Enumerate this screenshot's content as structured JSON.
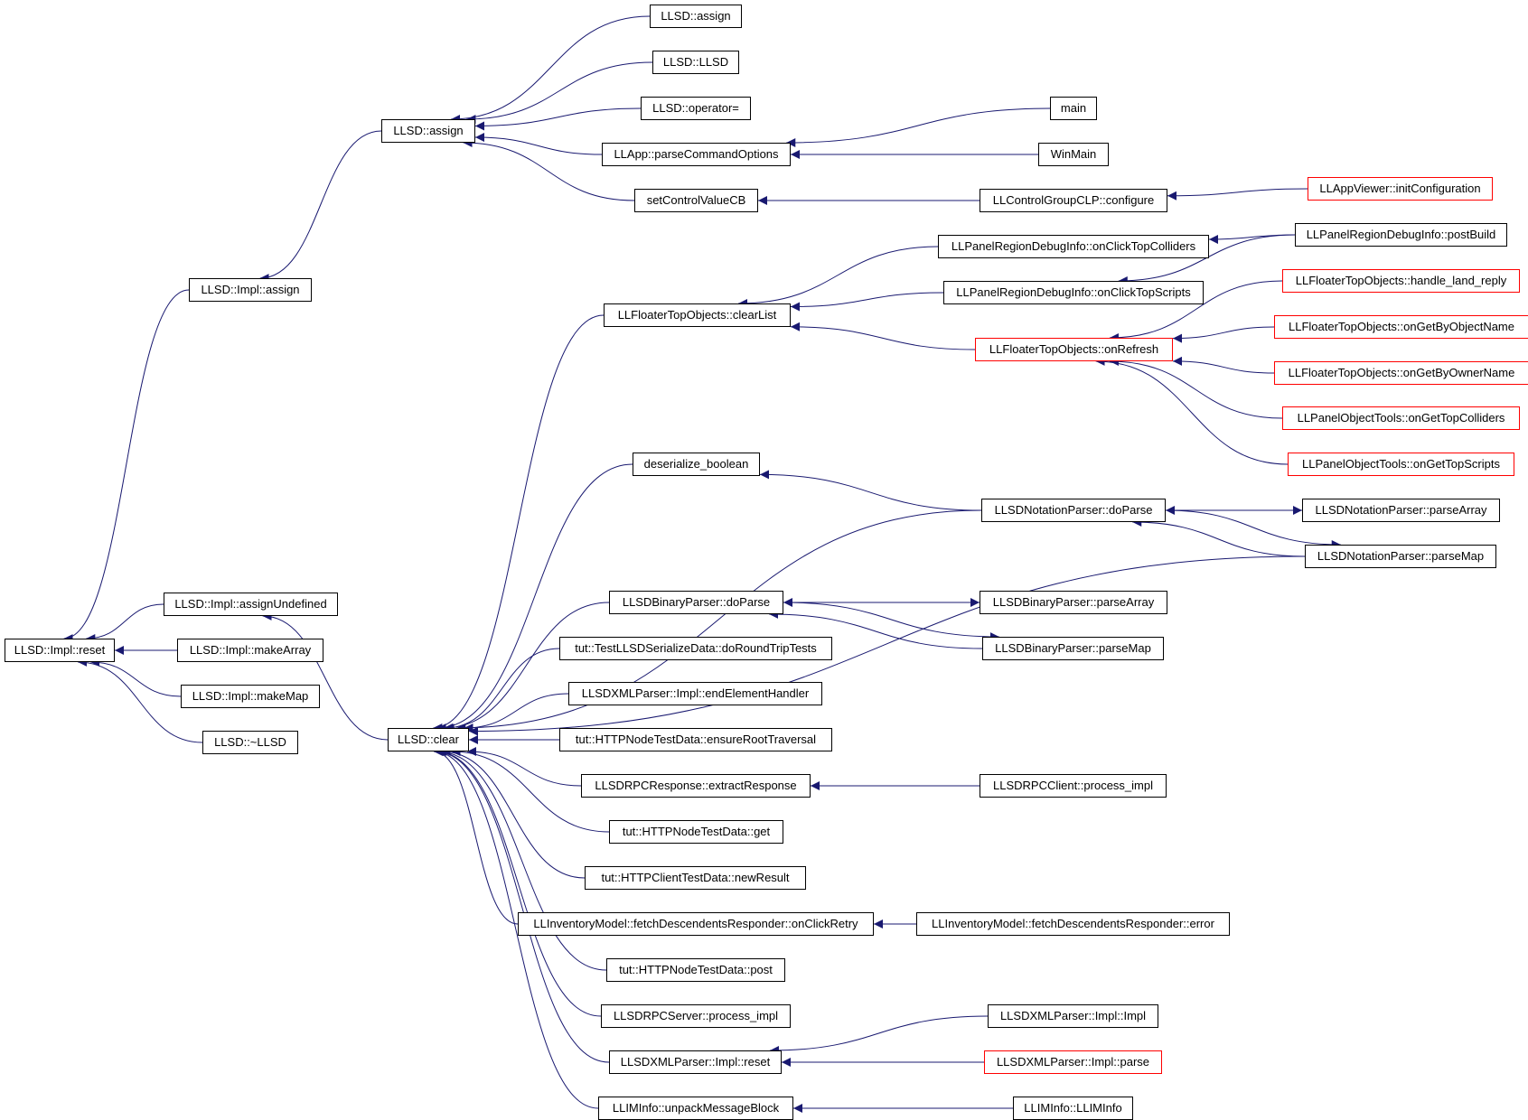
{
  "graph": {
    "root": "n_reset",
    "colors": {
      "edge": "#191970",
      "node_border": "#000000",
      "external_border": "#ff0000",
      "root_fill": "#bfbfbf",
      "background": "#ffffff"
    },
    "nodes": [
      {
        "id": "n_reset",
        "label": "LLSD::Impl::reset",
        "style": "root"
      },
      {
        "id": "n_impl_assign",
        "label": "LLSD::Impl::assign",
        "style": "normal"
      },
      {
        "id": "n_assign_undef",
        "label": "LLSD::Impl::assignUndefined",
        "style": "normal"
      },
      {
        "id": "n_make_array",
        "label": "LLSD::Impl::makeArray",
        "style": "normal"
      },
      {
        "id": "n_make_map",
        "label": "LLSD::Impl::makeMap",
        "style": "normal"
      },
      {
        "id": "n_dtor",
        "label": "LLSD::~LLSD",
        "style": "normal"
      },
      {
        "id": "n_llsd_assign",
        "label": "LLSD::assign",
        "style": "normal"
      },
      {
        "id": "n_llsd_clear",
        "label": "LLSD::clear",
        "style": "normal"
      },
      {
        "id": "n_assign_top",
        "label": "LLSD::assign",
        "style": "normal"
      },
      {
        "id": "n_llsd_ctor",
        "label": "LLSD::LLSD",
        "style": "normal"
      },
      {
        "id": "n_op_eq",
        "label": "LLSD::operator=",
        "style": "normal"
      },
      {
        "id": "n_parse_cmd",
        "label": "LLApp::parseCommandOptions",
        "style": "normal"
      },
      {
        "id": "n_set_ctrl",
        "label": "setControlValueCB",
        "style": "normal"
      },
      {
        "id": "n_main",
        "label": "main",
        "style": "normal"
      },
      {
        "id": "n_winmain",
        "label": "WinMain",
        "style": "normal"
      },
      {
        "id": "n_configure",
        "label": "LLControlGroupCLP::configure",
        "style": "normal"
      },
      {
        "id": "n_initconfig",
        "label": "LLAppViewer::initConfiguration",
        "style": "external"
      },
      {
        "id": "n_clearlist",
        "label": "LLFloaterTopObjects::clearList",
        "style": "normal"
      },
      {
        "id": "n_click_colliders",
        "label": "LLPanelRegionDebugInfo::onClickTopColliders",
        "style": "normal"
      },
      {
        "id": "n_click_scripts",
        "label": "LLPanelRegionDebugInfo::onClickTopScripts",
        "style": "normal"
      },
      {
        "id": "n_postbuild",
        "label": "LLPanelRegionDebugInfo::postBuild",
        "style": "normal"
      },
      {
        "id": "n_onrefresh",
        "label": "LLFloaterTopObjects::onRefresh",
        "style": "external"
      },
      {
        "id": "n_handle_land",
        "label": "LLFloaterTopObjects::handle_land_reply",
        "style": "external"
      },
      {
        "id": "n_by_object",
        "label": "LLFloaterTopObjects::onGetByObjectName",
        "style": "external"
      },
      {
        "id": "n_by_owner",
        "label": "LLFloaterTopObjects::onGetByOwnerName",
        "style": "external"
      },
      {
        "id": "n_top_colliders",
        "label": "LLPanelObjectTools::onGetTopColliders",
        "style": "external"
      },
      {
        "id": "n_top_scripts",
        "label": "LLPanelObjectTools::onGetTopScripts",
        "style": "external"
      },
      {
        "id": "n_deser_bool",
        "label": "deserialize_boolean",
        "style": "normal"
      },
      {
        "id": "n_not_doparse",
        "label": "LLSDNotationParser::doParse",
        "style": "normal"
      },
      {
        "id": "n_not_parsearray",
        "label": "LLSDNotationParser::parseArray",
        "style": "normal"
      },
      {
        "id": "n_not_parsemap",
        "label": "LLSDNotationParser::parseMap",
        "style": "normal"
      },
      {
        "id": "n_bin_doparse",
        "label": "LLSDBinaryParser::doParse",
        "style": "normal"
      },
      {
        "id": "n_bin_parsearray",
        "label": "LLSDBinaryParser::parseArray",
        "style": "normal"
      },
      {
        "id": "n_bin_parsemap",
        "label": "LLSDBinaryParser::parseMap",
        "style": "normal"
      },
      {
        "id": "n_roundtrip",
        "label": "tut::TestLLSDSerializeData::doRoundTripTests",
        "style": "normal"
      },
      {
        "id": "n_end_elem",
        "label": "LLSDXMLParser::Impl::endElementHandler",
        "style": "normal"
      },
      {
        "id": "n_ensure_root",
        "label": "tut::HTTPNodeTestData::ensureRootTraversal",
        "style": "normal"
      },
      {
        "id": "n_extract",
        "label": "LLSDRPCResponse::extractResponse",
        "style": "normal"
      },
      {
        "id": "n_process_impl",
        "label": "LLSDRPCClient::process_impl",
        "style": "normal"
      },
      {
        "id": "n_get",
        "label": "tut::HTTPNodeTestData::get",
        "style": "normal"
      },
      {
        "id": "n_newresult",
        "label": "tut::HTTPClientTestData::newResult",
        "style": "normal"
      },
      {
        "id": "n_onclickretry",
        "label": "LLInventoryModel::fetchDescendentsResponder::onClickRetry",
        "style": "normal"
      },
      {
        "id": "n_error",
        "label": "LLInventoryModel::fetchDescendentsResponder::error",
        "style": "normal"
      },
      {
        "id": "n_post",
        "label": "tut::HTTPNodeTestData::post",
        "style": "normal"
      },
      {
        "id": "n_server_process",
        "label": "LLSDRPCServer::process_impl",
        "style": "normal"
      },
      {
        "id": "n_xml_reset",
        "label": "LLSDXMLParser::Impl::reset",
        "style": "normal"
      },
      {
        "id": "n_xml_ctor",
        "label": "LLSDXMLParser::Impl::Impl",
        "style": "normal"
      },
      {
        "id": "n_xml_parse",
        "label": "LLSDXMLParser::Impl::parse",
        "style": "external"
      },
      {
        "id": "n_unpack",
        "label": "LLIMInfo::unpackMessageBlock",
        "style": "normal"
      },
      {
        "id": "n_iminfo",
        "label": "LLIMInfo::LLIMInfo",
        "style": "normal"
      }
    ],
    "edges": [
      [
        "n_impl_assign",
        "n_reset"
      ],
      [
        "n_assign_undef",
        "n_reset"
      ],
      [
        "n_make_array",
        "n_reset"
      ],
      [
        "n_make_map",
        "n_reset"
      ],
      [
        "n_dtor",
        "n_reset"
      ],
      [
        "n_llsd_assign",
        "n_impl_assign"
      ],
      [
        "n_llsd_clear",
        "n_assign_undef"
      ],
      [
        "n_assign_top",
        "n_llsd_assign"
      ],
      [
        "n_llsd_ctor",
        "n_llsd_assign"
      ],
      [
        "n_op_eq",
        "n_llsd_assign"
      ],
      [
        "n_parse_cmd",
        "n_llsd_assign"
      ],
      [
        "n_set_ctrl",
        "n_llsd_assign"
      ],
      [
        "n_main",
        "n_parse_cmd"
      ],
      [
        "n_winmain",
        "n_parse_cmd"
      ],
      [
        "n_configure",
        "n_set_ctrl"
      ],
      [
        "n_initconfig",
        "n_configure"
      ],
      [
        "n_clearlist",
        "n_llsd_clear"
      ],
      [
        "n_deser_bool",
        "n_llsd_clear"
      ],
      [
        "n_not_doparse",
        "n_llsd_clear"
      ],
      [
        "n_not_parsemap",
        "n_llsd_clear"
      ],
      [
        "n_bin_doparse",
        "n_llsd_clear"
      ],
      [
        "n_roundtrip",
        "n_llsd_clear"
      ],
      [
        "n_end_elem",
        "n_llsd_clear"
      ],
      [
        "n_ensure_root",
        "n_llsd_clear"
      ],
      [
        "n_extract",
        "n_llsd_clear"
      ],
      [
        "n_get",
        "n_llsd_clear"
      ],
      [
        "n_newresult",
        "n_llsd_clear"
      ],
      [
        "n_onclickretry",
        "n_llsd_clear"
      ],
      [
        "n_post",
        "n_llsd_clear"
      ],
      [
        "n_server_process",
        "n_llsd_clear"
      ],
      [
        "n_xml_reset",
        "n_llsd_clear"
      ],
      [
        "n_unpack",
        "n_llsd_clear"
      ],
      [
        "n_click_colliders",
        "n_clearlist"
      ],
      [
        "n_click_scripts",
        "n_clearlist"
      ],
      [
        "n_onrefresh",
        "n_clearlist"
      ],
      [
        "n_postbuild",
        "n_click_colliders"
      ],
      [
        "n_postbuild",
        "n_click_scripts"
      ],
      [
        "n_handle_land",
        "n_onrefresh"
      ],
      [
        "n_by_object",
        "n_onrefresh"
      ],
      [
        "n_by_owner",
        "n_onrefresh"
      ],
      [
        "n_top_colliders",
        "n_onrefresh"
      ],
      [
        "n_top_scripts",
        "n_onrefresh"
      ],
      [
        "n_not_doparse",
        "n_deser_bool"
      ],
      [
        "n_not_doparse",
        "n_not_parsearray"
      ],
      [
        "n_not_parsearray",
        "n_not_doparse"
      ],
      [
        "n_not_doparse",
        "n_not_parsemap"
      ],
      [
        "n_not_parsemap",
        "n_not_doparse"
      ],
      [
        "n_bin_doparse",
        "n_bin_parsearray"
      ],
      [
        "n_bin_parsearray",
        "n_bin_doparse"
      ],
      [
        "n_bin_doparse",
        "n_bin_parsemap"
      ],
      [
        "n_bin_parsemap",
        "n_bin_doparse"
      ],
      [
        "n_process_impl",
        "n_extract"
      ],
      [
        "n_error",
        "n_onclickretry"
      ],
      [
        "n_xml_ctor",
        "n_xml_reset"
      ],
      [
        "n_xml_parse",
        "n_xml_reset"
      ],
      [
        "n_iminfo",
        "n_unpack"
      ]
    ]
  }
}
